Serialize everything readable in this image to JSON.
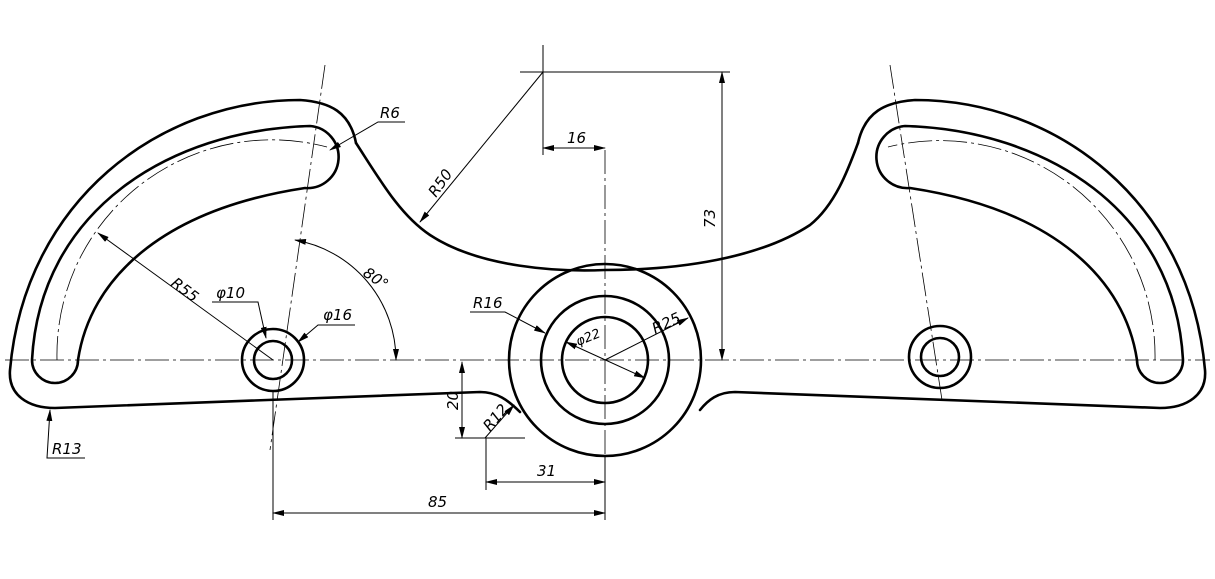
{
  "dimensions": {
    "r6": "R6",
    "r50": "R50",
    "dim16": "16",
    "dim73": "73",
    "angle80": "80°",
    "r55": "R55",
    "dia10": "φ10",
    "dia16": "φ16",
    "r16": "R16",
    "r25": "R25",
    "dia22": "φ22",
    "dim20": "20",
    "r12": "R12",
    "dim31": "31",
    "dim85": "85",
    "r13": "R13"
  }
}
